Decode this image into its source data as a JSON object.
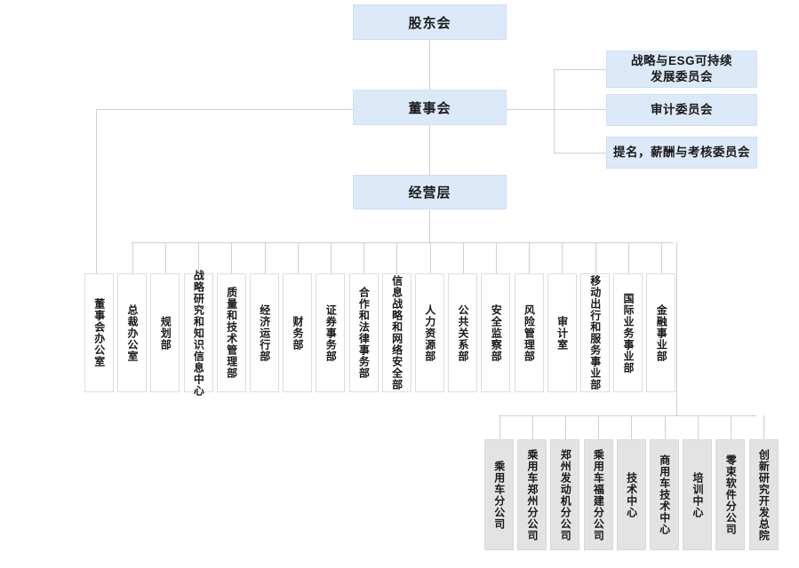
{
  "title": "企业组织架构图",
  "colors": {
    "node_blue": "#dce9f8",
    "node_gray": "#e3e3e3",
    "node_white": "#ffffff",
    "line": "#d0d0d0"
  },
  "top_nodes": [
    {
      "id": "shareholders",
      "label": "股东会"
    },
    {
      "id": "board",
      "label": "董事会"
    },
    {
      "id": "management",
      "label": "经营层"
    }
  ],
  "committees": [
    {
      "id": "strategy-esg",
      "label": "战略与ESG可持续\n发展委员会",
      "line1": "战略与ESG可持续",
      "line2": "发展委员会"
    },
    {
      "id": "audit",
      "label": "审计委员会",
      "line1": "审计委员会",
      "line2": ""
    },
    {
      "id": "nomination",
      "label": "提名，薪酬与考核委员会",
      "line1": "提名，薪酬与考核委员会",
      "line2": ""
    }
  ],
  "departments": [
    {
      "id": "board-office",
      "label": "董事会办公室"
    },
    {
      "id": "president-office",
      "label": "总裁办公室"
    },
    {
      "id": "planning",
      "label": "规划部"
    },
    {
      "id": "strategy-research",
      "label": "战略研究和知识信息中心"
    },
    {
      "id": "quality-tech",
      "label": "质量和技术管理部"
    },
    {
      "id": "economic-ops",
      "label": "经济运行部"
    },
    {
      "id": "finance",
      "label": "财务部"
    },
    {
      "id": "securities",
      "label": "证券事务部"
    },
    {
      "id": "cooperation-legal",
      "label": "合作和法律事务部"
    },
    {
      "id": "info-strategy-security",
      "label": "信息战略和网络安全部"
    },
    {
      "id": "hr",
      "label": "人力资源部"
    },
    {
      "id": "public-relations",
      "label": "公共关系部"
    },
    {
      "id": "safety-supervision",
      "label": "安全监察部"
    },
    {
      "id": "risk-management",
      "label": "风险管理部"
    },
    {
      "id": "audit-office",
      "label": "审计室"
    },
    {
      "id": "mobility-service",
      "label": "移动出行和服务事业部"
    },
    {
      "id": "international",
      "label": "国际业务事业部"
    },
    {
      "id": "financial-bu",
      "label": "金融事业部"
    }
  ],
  "subsidiaries": [
    {
      "id": "passenger-vehicle",
      "label": "乘用车分公司"
    },
    {
      "id": "passenger-zhengzhou",
      "label": "乘用车郑州分公司"
    },
    {
      "id": "zhengzhou-engine",
      "label": "郑州发动机分公司"
    },
    {
      "id": "passenger-fujian",
      "label": "乘用车福建分公司"
    },
    {
      "id": "tech-center",
      "label": "技术中心"
    },
    {
      "id": "commercial-tech-center",
      "label": "商用车技术中心"
    },
    {
      "id": "training-center",
      "label": "培训中心"
    },
    {
      "id": "lingshu-software",
      "label": "零束软件分公司"
    },
    {
      "id": "innovation-institute",
      "label": "创新研究开发总院"
    }
  ]
}
